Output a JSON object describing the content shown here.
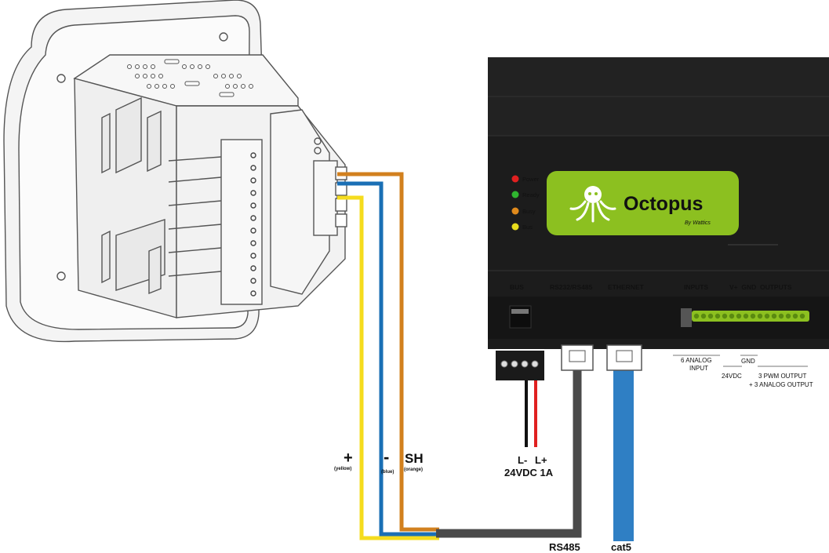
{
  "device": {
    "brand": "Octopus",
    "subtitle": "By Wattics",
    "leds": [
      {
        "label": "Power",
        "color": "#e02020"
      },
      {
        "label": "Ready",
        "color": "#2fb52f"
      },
      {
        "label": "Busy",
        "color": "#e08a1c"
      },
      {
        "label": "Bus",
        "color": "#e8dc1c"
      }
    ],
    "ports": {
      "bus": "BUS",
      "rs232": "RS232/RS485",
      "ethernet": "ETHERNET",
      "inputs": "INPUTS",
      "vplus_gnd_outputs": "V+  GND  OUTPUTS"
    },
    "annotations": {
      "analog_input_1": "6 ANALOG",
      "analog_input_2": "INPUT",
      "gnd": "GND",
      "vdc": "24VDC",
      "pwm_1": "3 PWM OUTPUT",
      "pwm_2": "+ 3 ANALOG OUTPUT"
    },
    "colors": {
      "body": "#1c1c1c",
      "panel": "#8cc020",
      "terminal": "#8cc020"
    }
  },
  "wires": {
    "plus": {
      "symbol": "+",
      "note": "(yellow)",
      "color": "#f5dc1e"
    },
    "minus": {
      "symbol": "-",
      "note": "(blue)",
      "color": "#1a6fb5"
    },
    "shield": {
      "symbol": "SH",
      "note": "(orange)",
      "color": "#d2801e"
    },
    "rs485": {
      "label": "RS485",
      "color": "#4a4a4a"
    },
    "cat5": {
      "label": "cat5",
      "color": "#2f7fc4"
    },
    "power": {
      "neg": "L-",
      "pos": "L+",
      "spec": "24VDC 1A",
      "neg_color": "#111111",
      "pos_color": "#e02020"
    }
  }
}
